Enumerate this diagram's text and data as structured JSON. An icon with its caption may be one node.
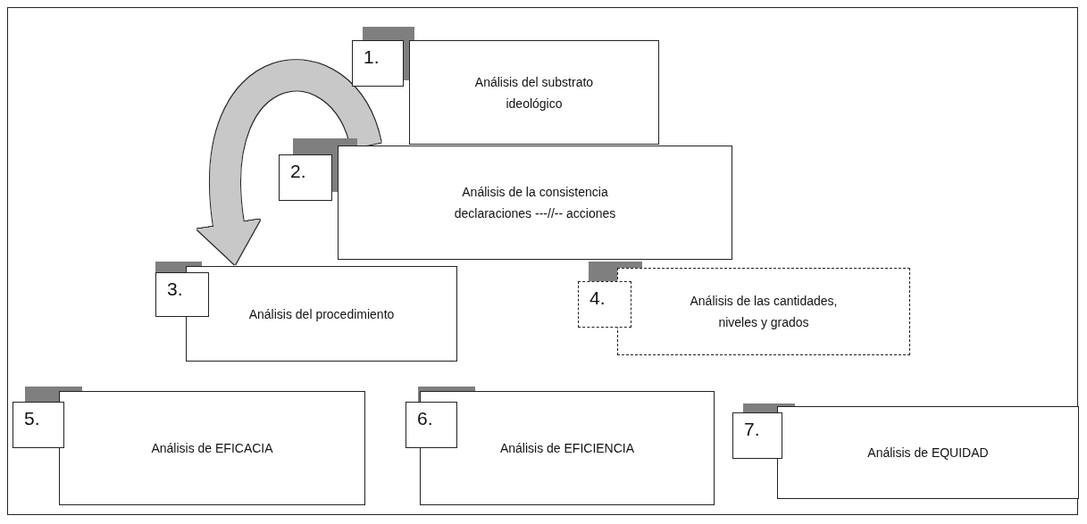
{
  "diagram": {
    "nodes": [
      {
        "text": [
          "1.",
          "Análisis del substrato ideológico"
        ]
      },
      {
        "text": [
          "2.",
          "Análisis de la consistencia declaraciones ---//-- acciones"
        ]
      },
      {
        "text": [
          "3.",
          "Análisis del procedimiento"
        ]
      },
      {
        "text": [
          "4.",
          "Análisis de las cantidades, niveles y grados"
        ]
      },
      {
        "text": [
          "5.",
          "Análisis de EFICACIA"
        ]
      },
      {
        "text": [
          "6.",
          "Análisis de EFICIENCIA"
        ]
      },
      {
        "text": [
          "7.",
          "Análisis de EQUIDAD"
        ]
      }
    ],
    "edges": [
      {
        "from": 1,
        "to": 2,
        "arrow": "to"
      }
    ]
  }
}
